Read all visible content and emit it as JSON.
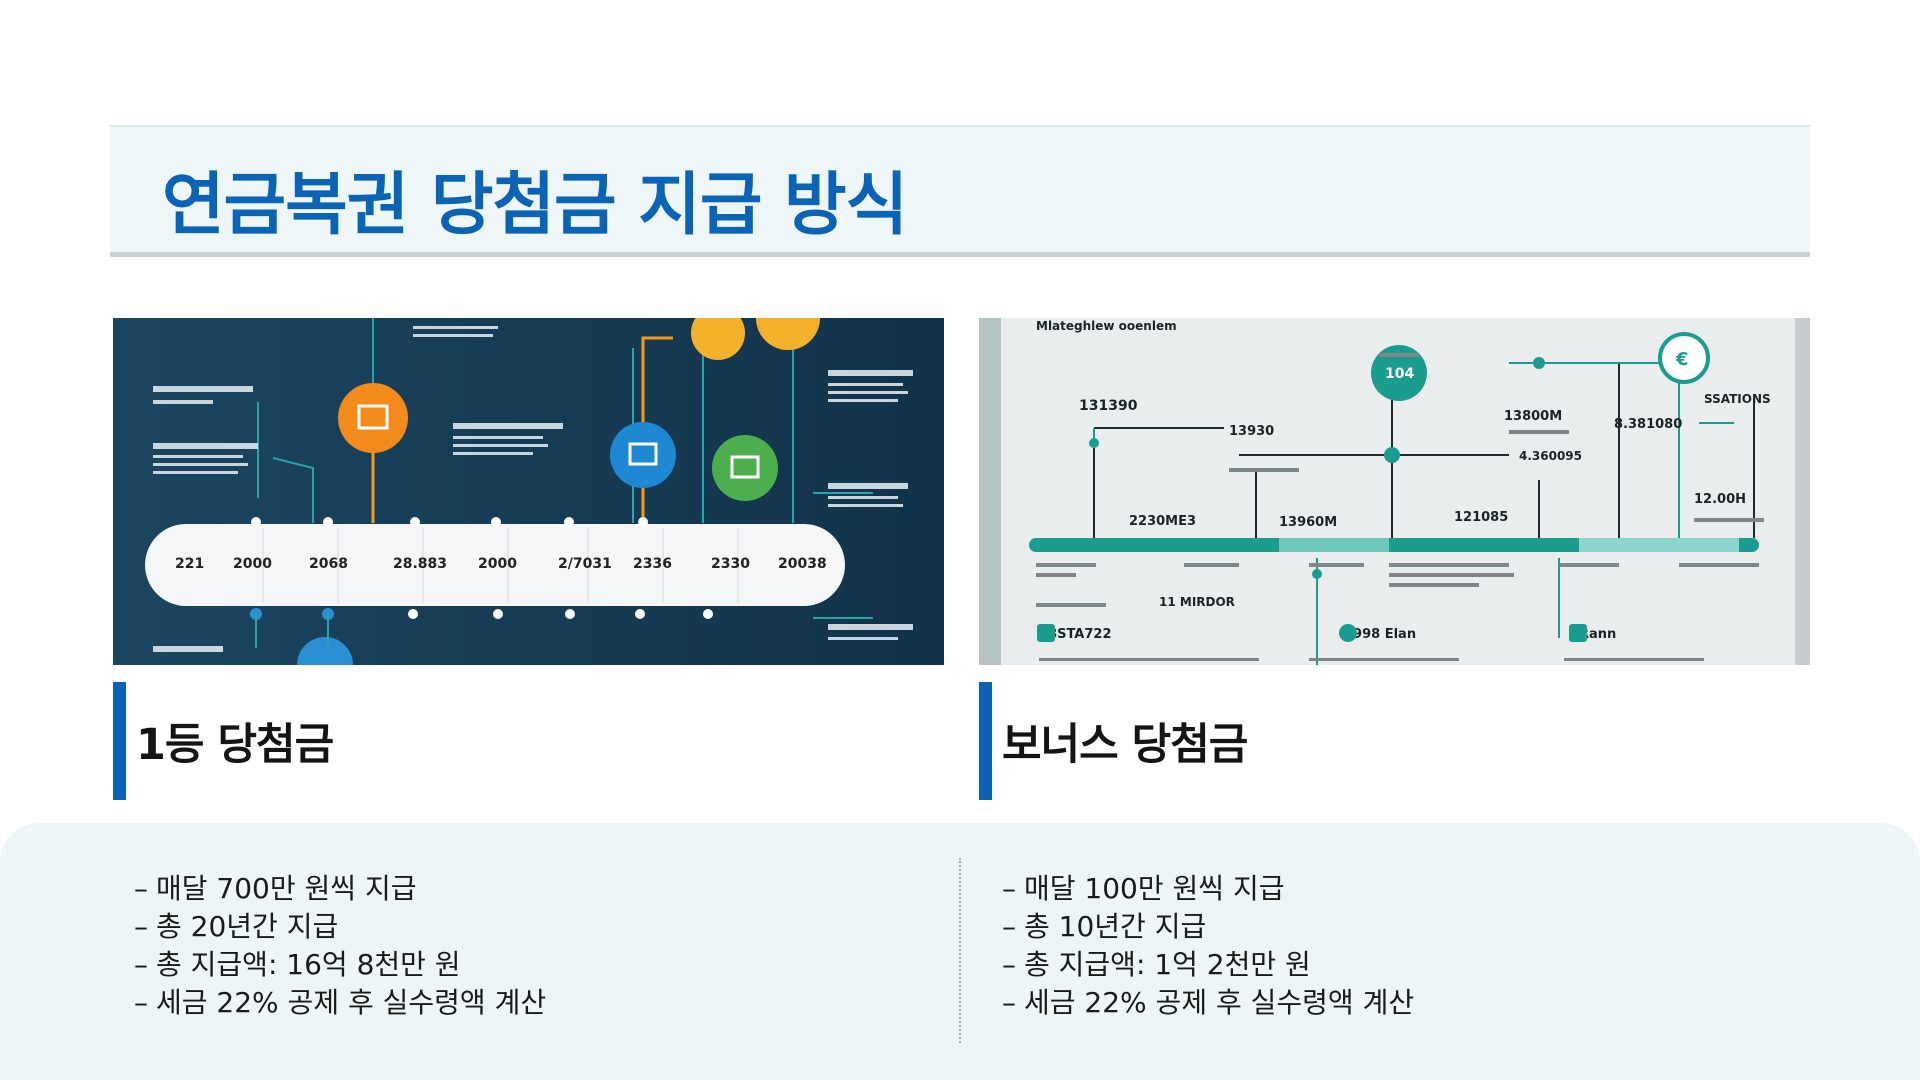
{
  "title": "연금복권 당첨금 지급 방식",
  "sections": [
    {
      "heading": "1등 당첨금",
      "image_alt": "infographic-timeline",
      "bullets": [
        "매달 700만 원씩 지급",
        "총 20년간 지급",
        "총 지급액: 16억 8천만 원",
        "세금 22% 공제 후 실수령액 계산"
      ]
    },
    {
      "heading": "보너스 당첨금",
      "image_alt": "infographic-diagram",
      "bullets": [
        "매달 100만 원씩 지급",
        "총 10년간 지급",
        "총 지급액: 1억 2천만 원",
        "세금 22% 공제 후 실수령액 계산"
      ]
    }
  ],
  "colors": {
    "accent": "#0b63b6",
    "title_band": "#eef6f7",
    "panel": "#edf5f6"
  }
}
